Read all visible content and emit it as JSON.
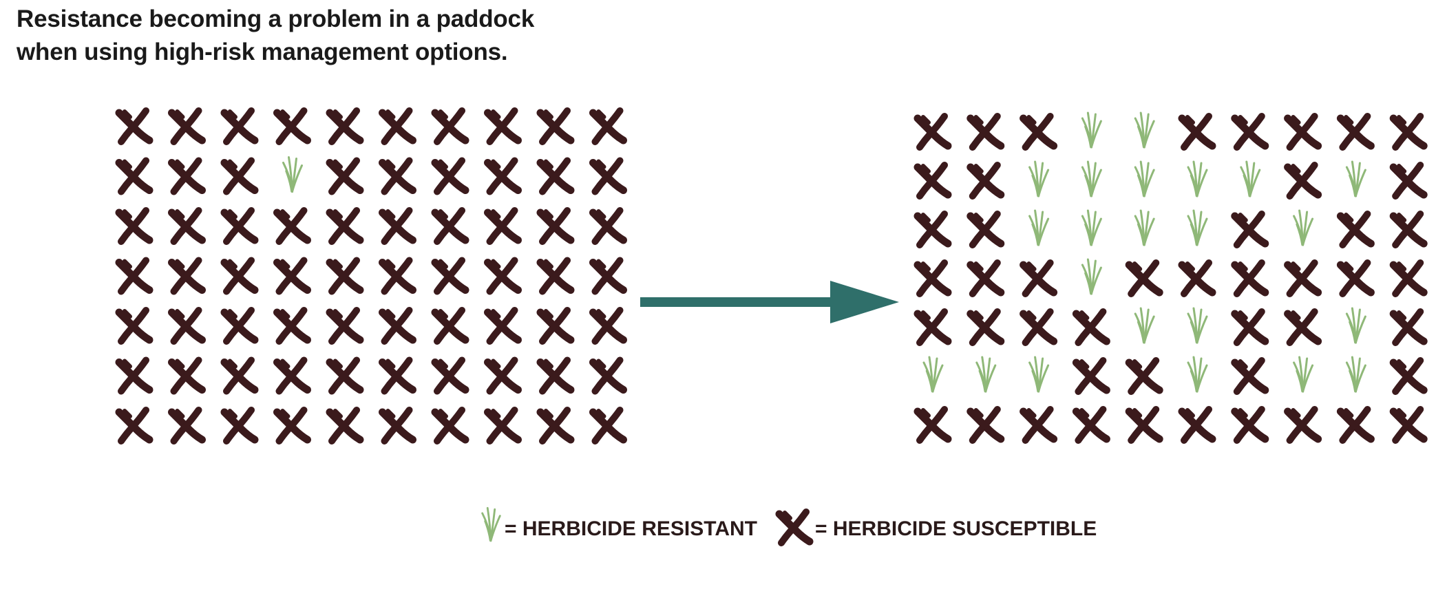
{
  "title_lines": [
    "Resistance becoming a problem in a paddock",
    "when using high-risk management options."
  ],
  "legend": {
    "resistant_label": "= HERBICIDE RESISTANT",
    "susceptible_label": "= HERBICIDE SUSCEPTIBLE"
  },
  "colors": {
    "susceptible": "#3b1a1c",
    "resistant": "#8fb878",
    "arrow": "#2f6f6a",
    "title": "#1a1a1a"
  },
  "icons": {
    "resistant": "grass-tuft-icon",
    "susceptible": "cross-mark-icon"
  },
  "paddocks": [
    {
      "name": "before",
      "grid": [
        "XXXXXXXXXX",
        "XXXRXXXXXX",
        "XXXXXXXXXX",
        "XXXXXXXXXX",
        "XXXXXXXXXX",
        "XXXXXXXXXX",
        "XXXXXXXXXX"
      ]
    },
    {
      "name": "after",
      "grid": [
        "XXXRRXXXXX",
        "XXRRRRRXRX",
        "XXRRRRXRXX",
        "XXXRXXXXXX",
        "XXXXRRXXRX",
        "RRRXXRXRRX",
        "XXXXXXXXXX"
      ]
    }
  ]
}
